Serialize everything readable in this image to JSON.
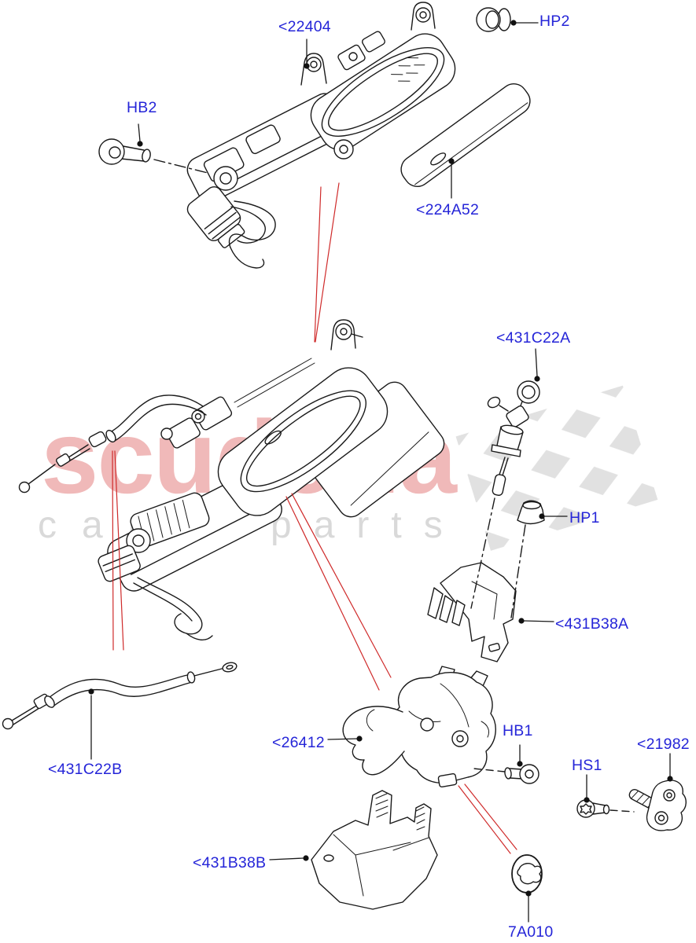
{
  "watermark": {
    "brand": "scuderia",
    "word1": "car",
    "word2": "parts"
  },
  "colors": {
    "callout_blue": "#2525d8",
    "leader_red": "#cf2a2a",
    "line_ink": "#1a1a1a",
    "brand_pink": "#f0b9b9",
    "tagline_gray": "#d9d9d9",
    "flag_gray": "#dcdcdc"
  },
  "callouts": [
    {
      "id": "22404",
      "text": "<22404"
    },
    {
      "id": "HP2",
      "text": "HP2"
    },
    {
      "id": "HB2",
      "text": "HB2"
    },
    {
      "id": "224A52",
      "text": "<224A52"
    },
    {
      "id": "431C22A",
      "text": "<431C22A"
    },
    {
      "id": "HP1",
      "text": "HP1"
    },
    {
      "id": "431B38A",
      "text": "<431B38A"
    },
    {
      "id": "26412",
      "text": "<26412"
    },
    {
      "id": "HB1",
      "text": "HB1"
    },
    {
      "id": "HS1",
      "text": "HS1"
    },
    {
      "id": "21982",
      "text": "<21982"
    },
    {
      "id": "431C22B",
      "text": "<431C22B"
    },
    {
      "id": "431B38B",
      "text": "<431B38B"
    },
    {
      "id": "7A010",
      "text": "7A010"
    }
  ]
}
